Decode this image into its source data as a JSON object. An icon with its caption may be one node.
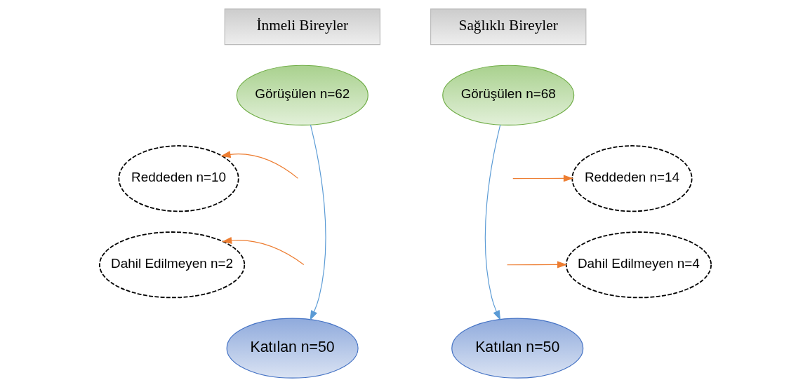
{
  "diagram": {
    "nodes": [
      {
        "text": [
          "İnmeli Bireyler"
        ]
      },
      {
        "text": [
          "Sağlıklı Bireyler"
        ]
      },
      {
        "text": [
          "Görüşülen n=62"
        ]
      },
      {
        "text": [
          "Reddeden n=10"
        ]
      },
      {
        "text": [
          "Dahil Edilmeyen n=2"
        ]
      },
      {
        "text": [
          "Katılan n=50"
        ]
      },
      {
        "text": [
          "Görüşülen n=68"
        ]
      },
      {
        "text": [
          "Reddeden n=14"
        ]
      },
      {
        "text": [
          "Dahil Edilmeyen n=4"
        ]
      },
      {
        "text": [
          "Katılan n=50"
        ]
      }
    ],
    "edges": [
      {
        "from": 2,
        "to": 5,
        "arrow": "to",
        "color": "#5b9bd5"
      },
      {
        "from": null,
        "to": 3,
        "arrow": "to",
        "color": "#ed7d31"
      },
      {
        "from": null,
        "to": 4,
        "arrow": "to",
        "color": "#ed7d31"
      },
      {
        "from": 6,
        "to": 9,
        "arrow": "to",
        "color": "#5b9bd5"
      },
      {
        "from": null,
        "to": 7,
        "arrow": "to",
        "color": "#ed7d31"
      },
      {
        "from": null,
        "to": 8,
        "arrow": "to",
        "color": "#ed7d31"
      }
    ]
  }
}
